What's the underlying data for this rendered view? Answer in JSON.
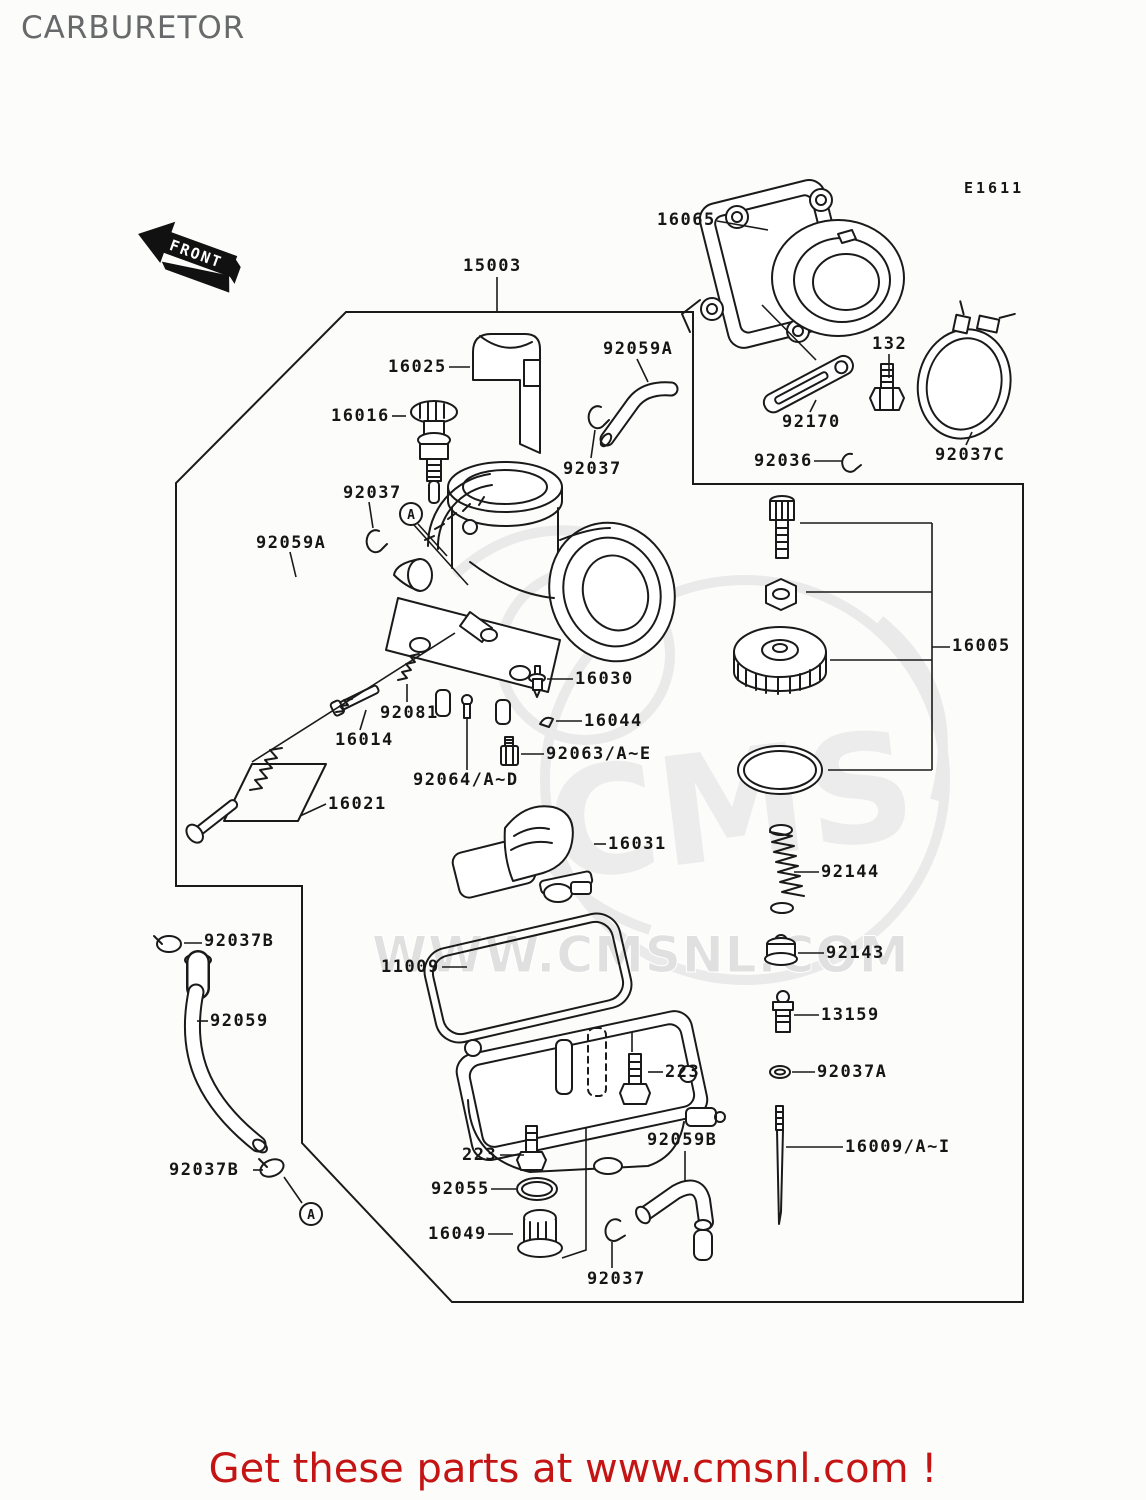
{
  "title": "CARBURETOR",
  "diagram_code": "E1611",
  "front_label": "FRONT",
  "watermark": {
    "brand": "CMS",
    "url_text": "WWW.CMSNL.COM"
  },
  "footer": {
    "text": "Get these parts at www.cmsnl.com !",
    "color": "#c41414"
  },
  "colors": {
    "line": "#1a1a1a",
    "title": "#67696b",
    "watermark": "#e8e8e8",
    "footer_red": "#c41414"
  },
  "detail_markers": [
    "A",
    "A"
  ],
  "parts": [
    {
      "label": "15003"
    },
    {
      "label": "16065"
    },
    {
      "label": "16025"
    },
    {
      "label": "92059A"
    },
    {
      "label": "16016"
    },
    {
      "label": "132"
    },
    {
      "label": "92170"
    },
    {
      "label": "92036"
    },
    {
      "label": "92037C"
    },
    {
      "label": "92037"
    },
    {
      "label": "92037"
    },
    {
      "label": "92059A"
    },
    {
      "label": "16005"
    },
    {
      "label": "16030"
    },
    {
      "label": "92081"
    },
    {
      "label": "16044"
    },
    {
      "label": "16014"
    },
    {
      "label": "92063/A~E"
    },
    {
      "label": "92064/A~D"
    },
    {
      "label": "16021"
    },
    {
      "label": "16031"
    },
    {
      "label": "92144"
    },
    {
      "label": "11009"
    },
    {
      "label": "92143"
    },
    {
      "label": "13159"
    },
    {
      "label": "92037B"
    },
    {
      "label": "92059"
    },
    {
      "label": "223"
    },
    {
      "label": "92037A"
    },
    {
      "label": "223"
    },
    {
      "label": "92059B"
    },
    {
      "label": "16009/A~I"
    },
    {
      "label": "92037B"
    },
    {
      "label": "92055"
    },
    {
      "label": "16049"
    },
    {
      "label": "92037"
    }
  ]
}
